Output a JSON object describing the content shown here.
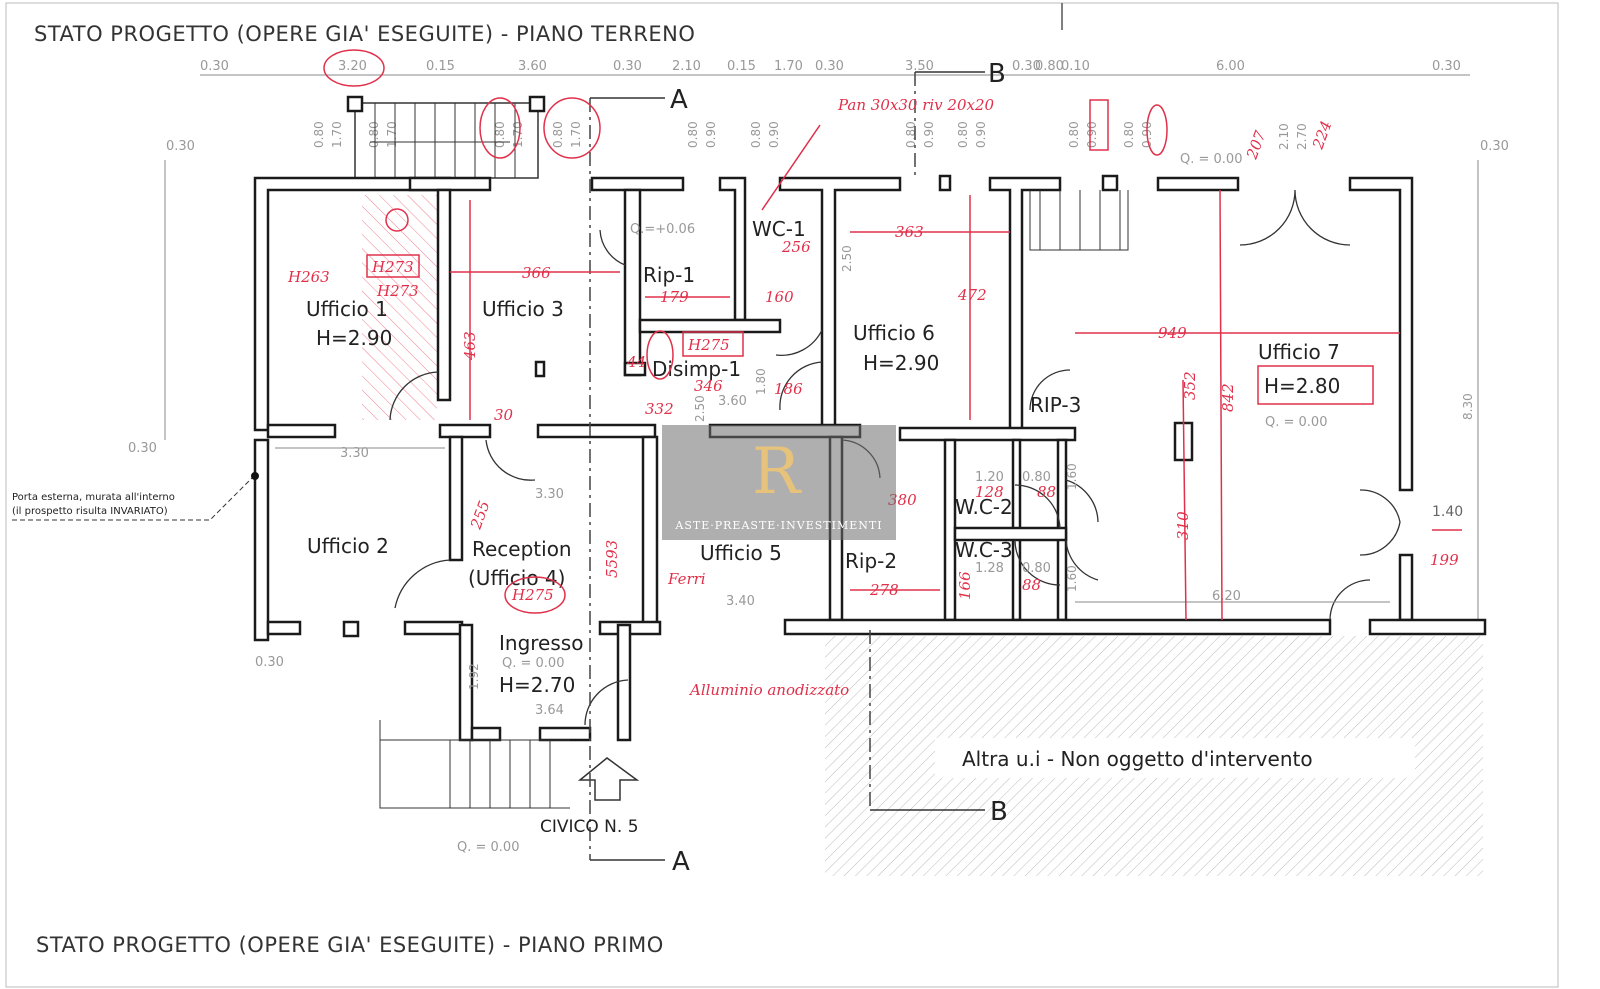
{
  "titles": {
    "top": "STATO PROGETTO (OPERE GIA' ESEGUITE) -   PIANO TERRENO",
    "bottom": "STATO PROGETTO (OPERE GIA' ESEGUITE) -   PIANO PRIMO"
  },
  "top_dimensions": [
    "0.30",
    "3.20",
    "0.15",
    "3.60",
    "0.30",
    "2.10",
    "0.15",
    "1.70",
    "0.30",
    "3.50",
    "0.30",
    "0.80",
    "0.10",
    "6.00",
    "0.30"
  ],
  "window_dims": [
    "0.80",
    "1.70",
    "0.80",
    "1.70",
    "0.80",
    "1.70",
    "0.80",
    "1.70",
    "0.80",
    "0.90",
    "0.80",
    "0.90",
    "0.80",
    "0.90",
    "0.80",
    "0.90",
    "0.80",
    "0.90",
    "0.80",
    "0.90",
    "2.10",
    "2.70"
  ],
  "side_dims": {
    "left_top": "0.30",
    "left_mid": "0.30",
    "left_bottom": "0.30",
    "right_top": "0.30",
    "right_height": "8.30"
  },
  "rooms": [
    {
      "name": "Ufficio 1",
      "height": "H=2.90"
    },
    {
      "name": "Ufficio 3"
    },
    {
      "name": "Rip-1"
    },
    {
      "name": "WC-1"
    },
    {
      "name": "Disimp-1"
    },
    {
      "name": "Ufficio 6",
      "height": "H=2.90"
    },
    {
      "name": "Ufficio 7",
      "height": "H=2.80"
    },
    {
      "name": "RIP-3"
    },
    {
      "name": "Ufficio 2"
    },
    {
      "name": "Reception"
    },
    {
      "name": "(Ufficio 4)"
    },
    {
      "name": "Ufficio 5"
    },
    {
      "name": "Rip-2"
    },
    {
      "name": "W.C-2"
    },
    {
      "name": "W.C-3"
    },
    {
      "name": "Ingresso",
      "level": "Q. = 0.00",
      "height": "H=2.70"
    }
  ],
  "inner_dims": [
    "3.30",
    "3.30",
    "3.40",
    "1.20",
    "0.80",
    "1.28",
    "0.80",
    "6.20",
    "1.40",
    "2.50",
    "1.80",
    "3.60",
    "3.64",
    "1.92",
    "1.60",
    "1.60",
    "2.50",
    "Q. = 0.00",
    "Q. = 0.00",
    "Q.=+0.06",
    "Q. = 0.00"
  ],
  "note_left": [
    "Porta esterna, murata all'interno",
    "(il prospetto risulta INVARIATO)"
  ],
  "other_unit": "Altra u.i - Non oggetto d'intervento",
  "civico": "CIVICO N. 5",
  "sections": {
    "a": "A",
    "b": "B"
  },
  "handwritten": [
    "H263",
    "H273",
    "H273",
    "366",
    "463",
    "179",
    "160",
    "256",
    "363",
    "472",
    "H275",
    "346",
    "332",
    "186",
    "949",
    "842",
    "352",
    "310",
    "H275",
    "5593",
    "380",
    "278",
    "128",
    "88",
    "166",
    "88",
    "199",
    "255",
    "30",
    "207",
    "224",
    "Alluminio anodizzato",
    "Pan 30x30 riv 20x20",
    "Ferri",
    "44"
  ],
  "watermark": {
    "logo": "R",
    "text": "ASTE·PREASTE·INVESTIMENTI"
  },
  "colors": {
    "ink": "#1a1a1a",
    "markup": "#e0304a",
    "dim": "#999999"
  }
}
